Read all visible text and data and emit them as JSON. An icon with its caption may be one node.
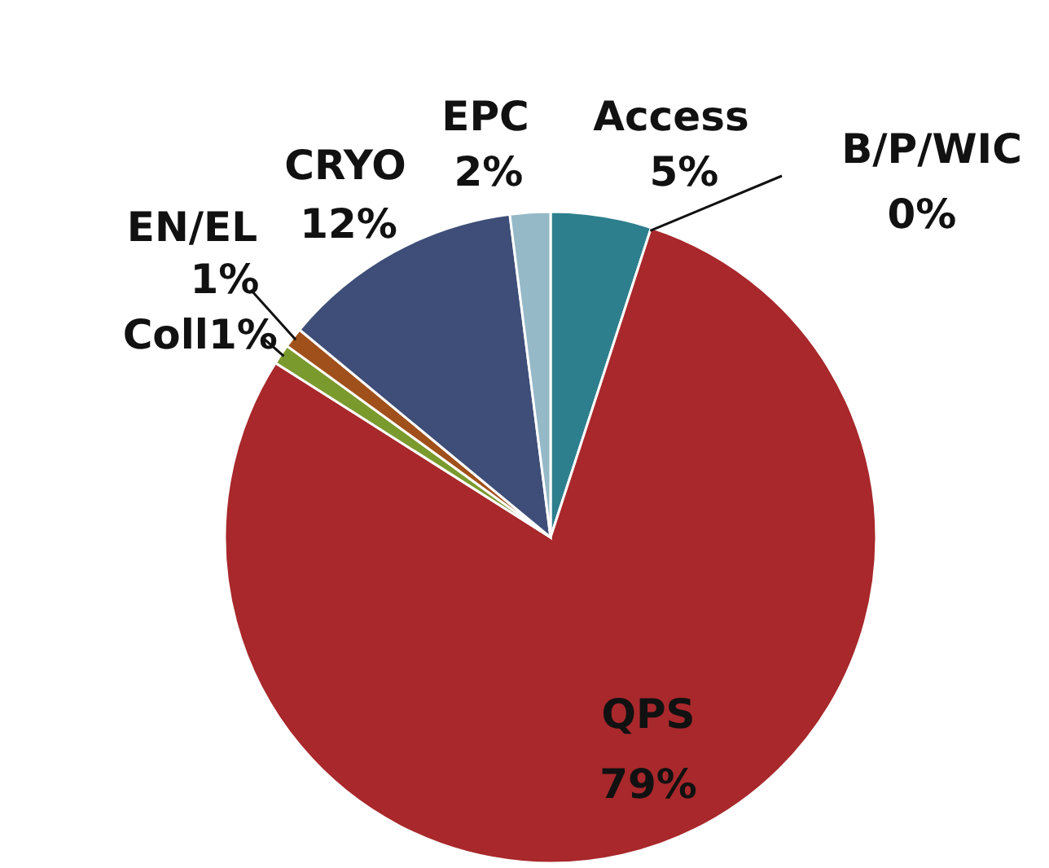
{
  "diagram": {
    "chart_data": {
      "type": "pie",
      "categories": [
        "EPC",
        "Access",
        "B/P/WIC",
        "QPS",
        "Coll",
        "EN/EL",
        "CRYO"
      ],
      "series": [
        {
          "values": [
            2,
            5,
            0,
            79,
            1,
            1,
            12
          ]
        }
      ],
      "colors": [
        "#95b9c7",
        "#2e7f8e",
        null,
        "#a8282b",
        "#7a9a2e",
        "#a0501a",
        "#3e4e78"
      ],
      "data_labels": "value_labels",
      "value_labels": [
        "2%",
        "5%",
        "0%",
        "79%",
        "1%",
        "1%",
        "12%"
      ]
    }
  }
}
